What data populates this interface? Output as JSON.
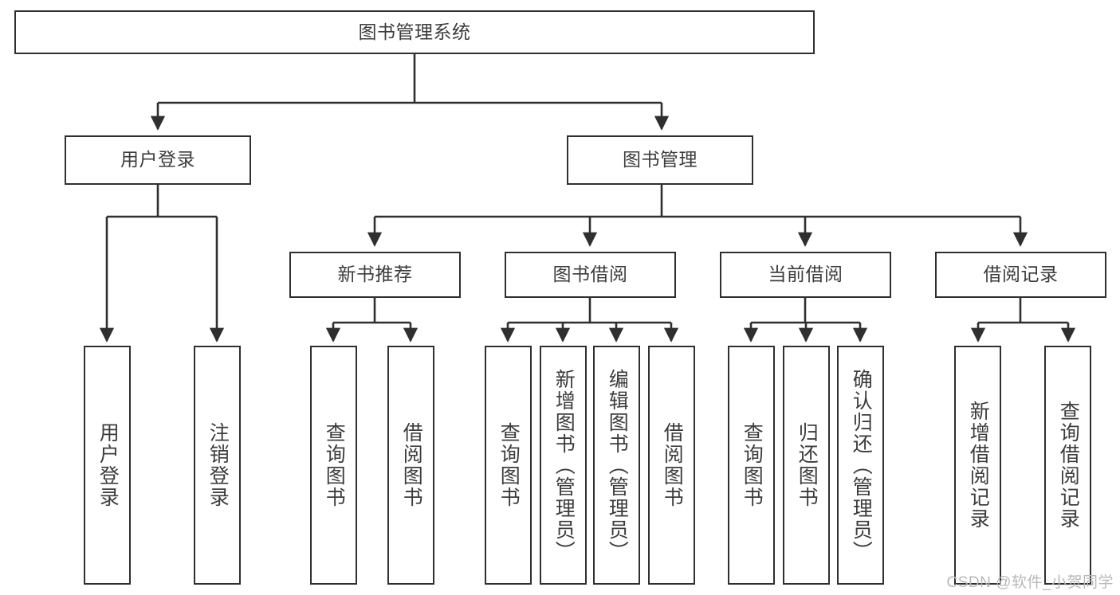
{
  "diagram": {
    "title": "图书管理系统",
    "type": "tree-hierarchy",
    "watermark": "CSDN @软件_小贺同学",
    "colors": {
      "stroke": "#2f2f2f",
      "text": "#3c3c3c",
      "background": "#ffffff",
      "watermark": "#b9b9b9"
    },
    "nodes": {
      "root": {
        "label": "图书管理系统"
      },
      "level2": [
        {
          "id": "user-login",
          "label": "用户登录"
        },
        {
          "id": "book-manage",
          "label": "图书管理"
        }
      ],
      "level3": [
        {
          "id": "new-book-recommend",
          "label": "新书推荐"
        },
        {
          "id": "book-borrow",
          "label": "图书借阅"
        },
        {
          "id": "current-borrow",
          "label": "当前借阅"
        },
        {
          "id": "borrow-record",
          "label": "借阅记录"
        }
      ],
      "leaves": [
        {
          "id": "leaf-user-login",
          "label": "用户登录",
          "parent": "user-login"
        },
        {
          "id": "leaf-logout-login",
          "label": "注销登录",
          "parent": "user-login"
        },
        {
          "id": "leaf-query-book-1",
          "label": "查询图书",
          "parent": "new-book-recommend"
        },
        {
          "id": "leaf-borrow-book-1",
          "label": "借阅图书",
          "parent": "new-book-recommend"
        },
        {
          "id": "leaf-query-book-2",
          "label": "查询图书",
          "parent": "book-borrow"
        },
        {
          "id": "leaf-add-book",
          "label": "新增图书（管理员）",
          "parent": "book-borrow"
        },
        {
          "id": "leaf-edit-book",
          "label": "编辑图书（管理员）",
          "parent": "book-borrow"
        },
        {
          "id": "leaf-borrow-book-2",
          "label": "借阅图书",
          "parent": "book-borrow"
        },
        {
          "id": "leaf-query-book-3",
          "label": "查询图书",
          "parent": "current-borrow"
        },
        {
          "id": "leaf-return-book",
          "label": "归还图书",
          "parent": "current-borrow"
        },
        {
          "id": "leaf-confirm-return",
          "label": "确认归还（管理员）",
          "parent": "current-borrow"
        },
        {
          "id": "leaf-add-record",
          "label": "新增借阅记录",
          "parent": "borrow-record"
        },
        {
          "id": "leaf-query-record",
          "label": "查询借阅记录",
          "parent": "borrow-record"
        }
      ]
    }
  }
}
